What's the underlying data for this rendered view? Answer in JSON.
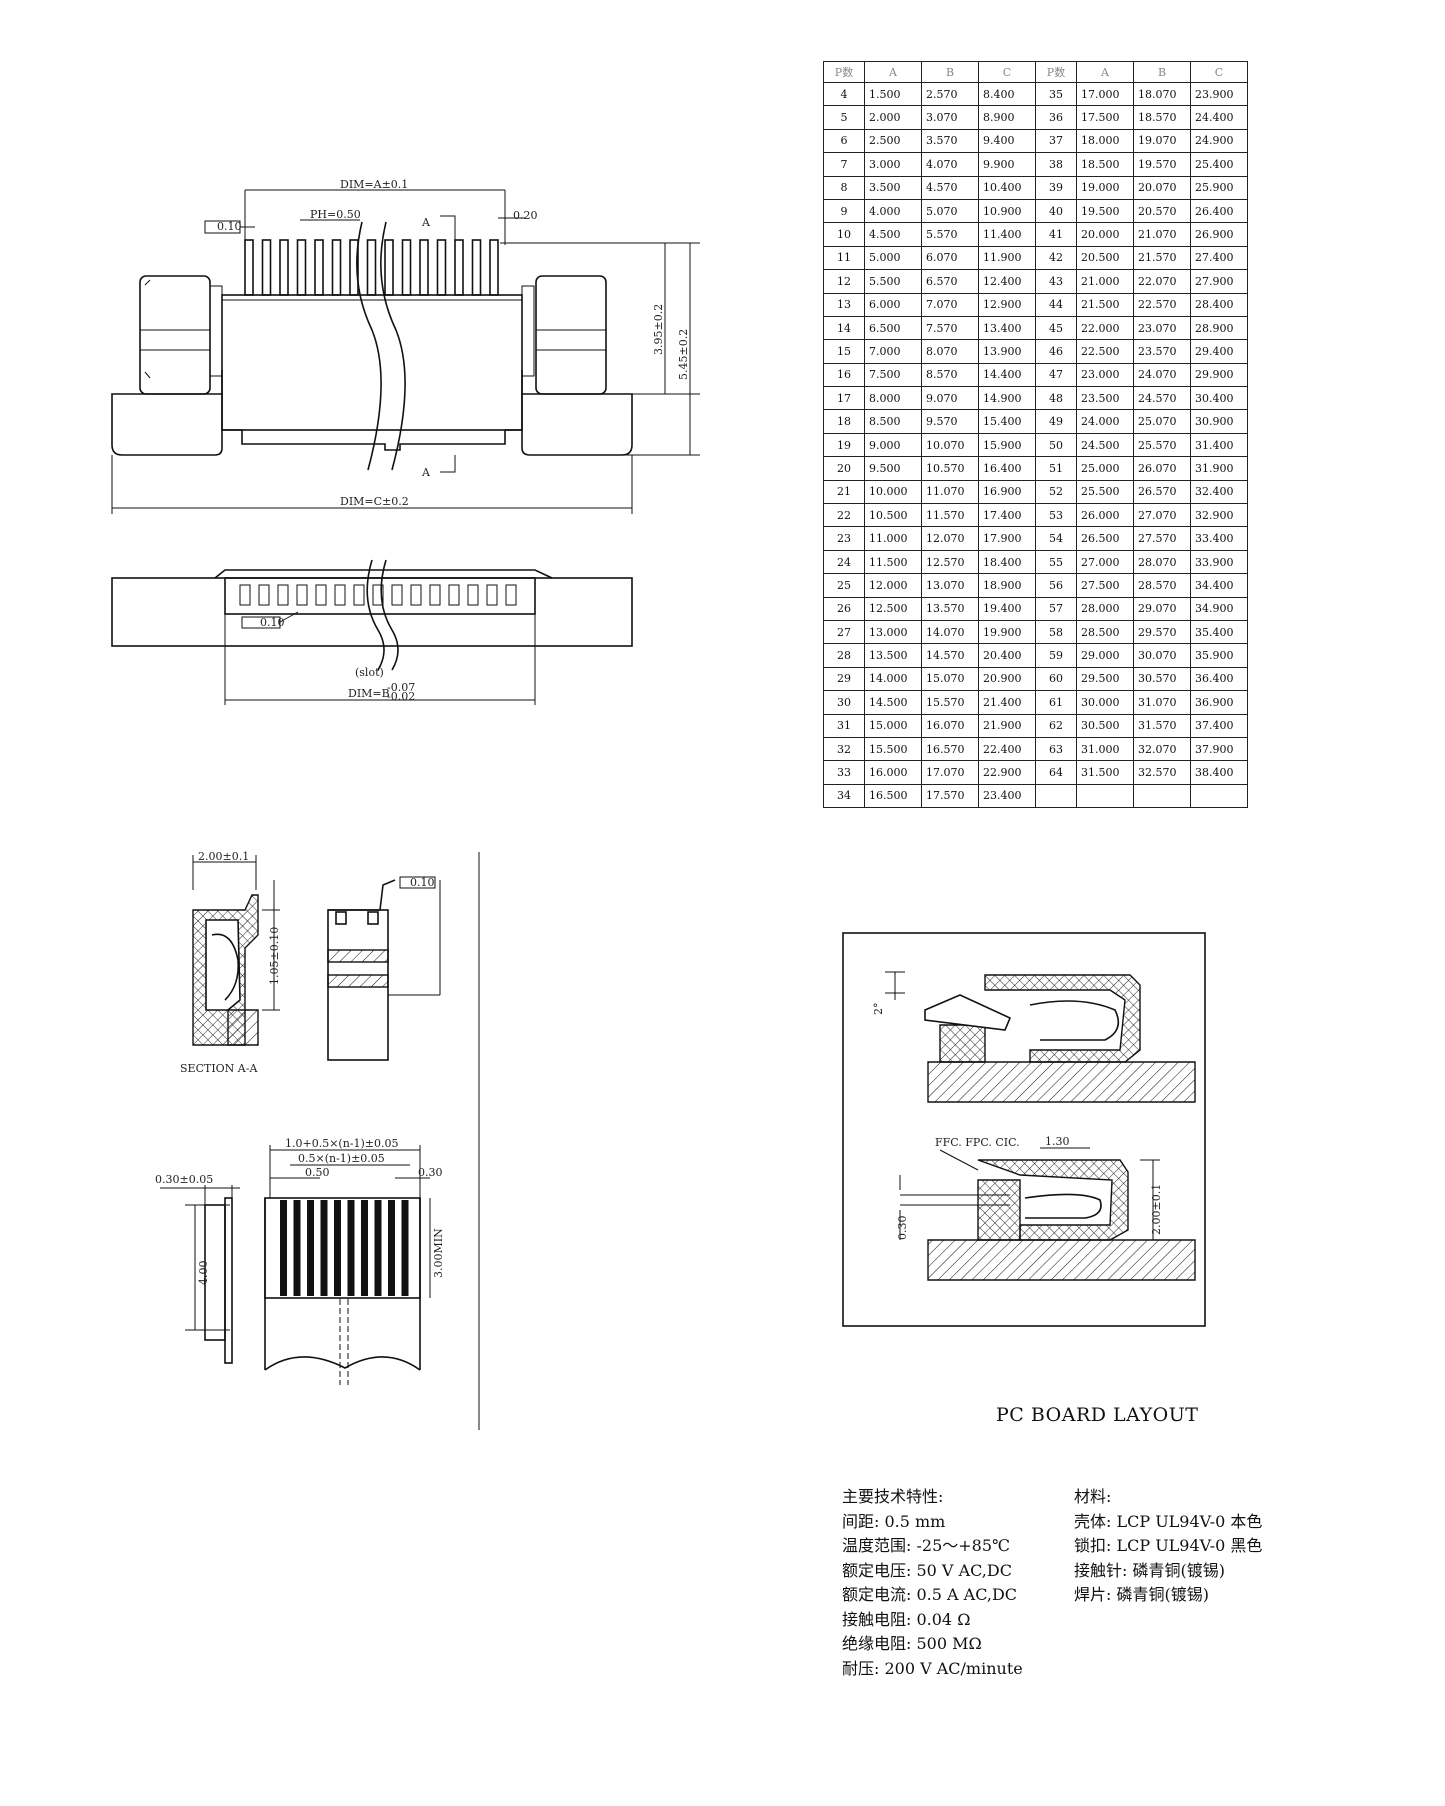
{
  "top_drawing": {
    "dim_a": "DIM=A±0.1",
    "dim_c": "DIM=C±0.2",
    "pitch": "PH=0.50",
    "tol_010": "0.10",
    "tol_020": "0.20",
    "h1": "3.95±0.2",
    "h2": "5.45±0.2",
    "section_mark_top": "A",
    "section_mark_bottom": "A"
  },
  "side_drawing": {
    "slot": "(slot)",
    "dim_b": "DIM=B",
    "dim_b_upper": "-0.07",
    "dim_b_lower": "-0.02",
    "tol_010": "0.10"
  },
  "section_drawing": {
    "width": "2.00±0.1",
    "height": "1.05±0.10",
    "tol_010": "0.10",
    "label": "SECTION A-A"
  },
  "fpc_drawing": {
    "total": "1.0+0.5×(n-1)±0.05",
    "span": "0.5×(n-1)±0.05",
    "pitch": "0.50",
    "lead": "0.30",
    "thickness": "0.30±0.05",
    "length": "4.00",
    "min": "3.00MIN"
  },
  "pin_table": {
    "headers": [
      "P数",
      "A",
      "B",
      "C",
      "P数",
      "A",
      "B",
      "C"
    ],
    "rows": [
      [
        "4",
        "1.500",
        "2.570",
        "8.400",
        "35",
        "17.000",
        "18.070",
        "23.900"
      ],
      [
        "5",
        "2.000",
        "3.070",
        "8.900",
        "36",
        "17.500",
        "18.570",
        "24.400"
      ],
      [
        "6",
        "2.500",
        "3.570",
        "9.400",
        "37",
        "18.000",
        "19.070",
        "24.900"
      ],
      [
        "7",
        "3.000",
        "4.070",
        "9.900",
        "38",
        "18.500",
        "19.570",
        "25.400"
      ],
      [
        "8",
        "3.500",
        "4.570",
        "10.400",
        "39",
        "19.000",
        "20.070",
        "25.900"
      ],
      [
        "9",
        "4.000",
        "5.070",
        "10.900",
        "40",
        "19.500",
        "20.570",
        "26.400"
      ],
      [
        "10",
        "4.500",
        "5.570",
        "11.400",
        "41",
        "20.000",
        "21.070",
        "26.900"
      ],
      [
        "11",
        "5.000",
        "6.070",
        "11.900",
        "42",
        "20.500",
        "21.570",
        "27.400"
      ],
      [
        "12",
        "5.500",
        "6.570",
        "12.400",
        "43",
        "21.000",
        "22.070",
        "27.900"
      ],
      [
        "13",
        "6.000",
        "7.070",
        "12.900",
        "44",
        "21.500",
        "22.570",
        "28.400"
      ],
      [
        "14",
        "6.500",
        "7.570",
        "13.400",
        "45",
        "22.000",
        "23.070",
        "28.900"
      ],
      [
        "15",
        "7.000",
        "8.070",
        "13.900",
        "46",
        "22.500",
        "23.570",
        "29.400"
      ],
      [
        "16",
        "7.500",
        "8.570",
        "14.400",
        "47",
        "23.000",
        "24.070",
        "29.900"
      ],
      [
        "17",
        "8.000",
        "9.070",
        "14.900",
        "48",
        "23.500",
        "24.570",
        "30.400"
      ],
      [
        "18",
        "8.500",
        "9.570",
        "15.400",
        "49",
        "24.000",
        "25.070",
        "30.900"
      ],
      [
        "19",
        "9.000",
        "10.070",
        "15.900",
        "50",
        "24.500",
        "25.570",
        "31.400"
      ],
      [
        "20",
        "9.500",
        "10.570",
        "16.400",
        "51",
        "25.000",
        "26.070",
        "31.900"
      ],
      [
        "21",
        "10.000",
        "11.070",
        "16.900",
        "52",
        "25.500",
        "26.570",
        "32.400"
      ],
      [
        "22",
        "10.500",
        "11.570",
        "17.400",
        "53",
        "26.000",
        "27.070",
        "32.900"
      ],
      [
        "23",
        "11.000",
        "12.070",
        "17.900",
        "54",
        "26.500",
        "27.570",
        "33.400"
      ],
      [
        "24",
        "11.500",
        "12.570",
        "18.400",
        "55",
        "27.000",
        "28.070",
        "33.900"
      ],
      [
        "25",
        "12.000",
        "13.070",
        "18.900",
        "56",
        "27.500",
        "28.570",
        "34.400"
      ],
      [
        "26",
        "12.500",
        "13.570",
        "19.400",
        "57",
        "28.000",
        "29.070",
        "34.900"
      ],
      [
        "27",
        "13.000",
        "14.070",
        "19.900",
        "58",
        "28.500",
        "29.570",
        "35.400"
      ],
      [
        "28",
        "13.500",
        "14.570",
        "20.400",
        "59",
        "29.000",
        "30.070",
        "35.900"
      ],
      [
        "29",
        "14.000",
        "15.070",
        "20.900",
        "60",
        "29.500",
        "30.570",
        "36.400"
      ],
      [
        "30",
        "14.500",
        "15.570",
        "21.400",
        "61",
        "30.000",
        "31.070",
        "36.900"
      ],
      [
        "31",
        "15.000",
        "16.070",
        "21.900",
        "62",
        "30.500",
        "31.570",
        "37.400"
      ],
      [
        "32",
        "15.500",
        "16.570",
        "22.400",
        "63",
        "31.000",
        "32.070",
        "37.900"
      ],
      [
        "33",
        "16.000",
        "17.070",
        "22.900",
        "64",
        "31.500",
        "32.570",
        "38.400"
      ],
      [
        "34",
        "16.500",
        "17.570",
        "23.400",
        "",
        "",
        "",
        ""
      ]
    ]
  },
  "pcb_layout": {
    "angle": "2°",
    "label_ffc": "FFC. FPC. CIC.",
    "dim_130": "1.30",
    "dim_200": "2.00±0.1",
    "dim_030": "0.30",
    "title": "PC BOARD LAYOUT"
  },
  "specs": {
    "left": [
      "主要技术特性:",
      "间距:  0.5 mm",
      "温度范围: -25～+85℃",
      "额定电压: 50 V AC,DC",
      "额定电流: 0.5 A AC,DC",
      "接触电阻: 0.04 Ω",
      "绝缘电阻: 500 MΩ",
      "耐压: 200 V AC/minute"
    ],
    "right": [
      "材料:",
      "壳体: LCP UL94V-0 本色",
      "锁扣: LCP UL94V-0 黑色",
      "接触针: 磷青铜(镀锡)",
      "焊片: 磷青铜(镀锡)"
    ]
  }
}
